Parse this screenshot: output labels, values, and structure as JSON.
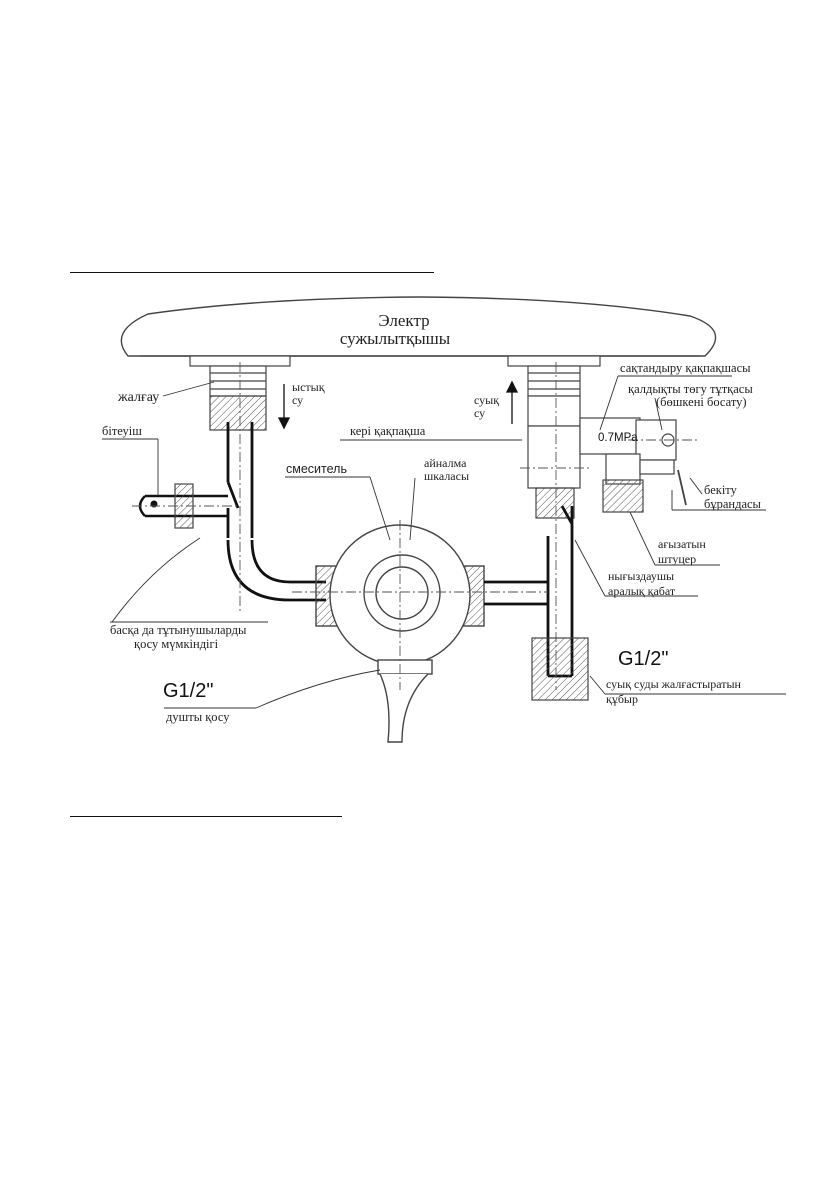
{
  "diagram": {
    "heater_line1": "Электр",
    "heater_line2": "сужылытқышы",
    "connector": "жалғау",
    "hot_line1": "ыстық",
    "hot_line2": "су",
    "cold_line1": "суық",
    "cold_line2": "су",
    "safety_valve": "сақтандыру қақпақшасы",
    "drain_line1": "қалдықты төгу тұтқасы",
    "drain_line2": "(бөшкені босату)",
    "check_valve": "кері қақпақша",
    "plug": "бітеуіш",
    "mixer": "смеситель",
    "dial_line1": "айналма",
    "dial_line2": "шкаласы",
    "pressure": "0.7MPa",
    "fixing_line1": "бекіту",
    "fixing_line2": "бұрандасы",
    "outlet_line1": "ағызатын",
    "outlet_line2": "штуцер",
    "seal_line1": "нығыздаушы",
    "seal_line2": "аралық қабат",
    "others_line1": "басқа да тұтынушыларды",
    "others_line2": "қосу мүмкіндігі",
    "thread_left": "G1/2\"",
    "shower": "душты қосу",
    "thread_right": "G1/2\"",
    "coldpipe_line1": "суық суды жалғастыратын",
    "coldpipe_line2": "құбыр"
  }
}
